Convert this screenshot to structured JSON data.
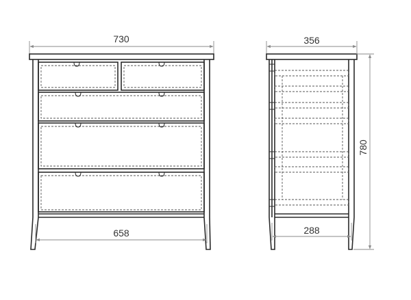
{
  "dimensions": {
    "front_width_top": "730",
    "front_width_bottom": "658",
    "side_depth_top": "356",
    "side_depth_bottom": "288",
    "height": "780"
  },
  "colors": {
    "outline": "#2a2a2a",
    "hidden_line": "#555555",
    "dimension_line": "#8a8a8a",
    "text": "#333333"
  }
}
